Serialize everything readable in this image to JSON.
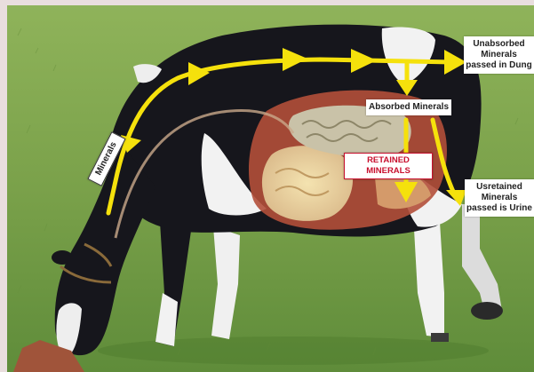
{
  "labels": {
    "minerals": "Minerals",
    "unabsorbed": [
      "Unabsorbed",
      "Minerals",
      "passed in Dung"
    ],
    "absorbed": "Absorbed Minerals",
    "retained": "RETAINED MINERALS",
    "unretained": [
      "Usretained",
      "Minerals",
      "passed is Urine"
    ]
  },
  "colors": {
    "arrow": "#f5e10c",
    "retained_text": "#c8102e",
    "grass": "#79a34a",
    "cow_black": "#16161c",
    "cow_white": "#f2f2f2"
  }
}
